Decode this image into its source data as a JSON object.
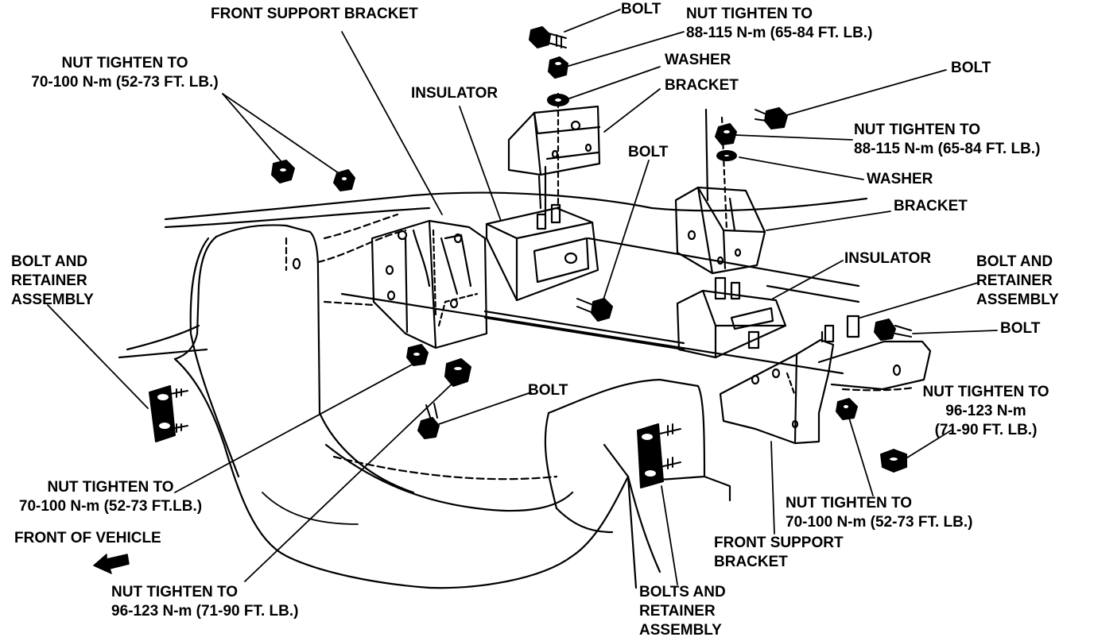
{
  "colors": {
    "ink": "#000000",
    "paper": "#ffffff"
  },
  "labels": {
    "front_support_bracket_top": "FRONT SUPPORT BRACKET",
    "bolt_top": "BOLT",
    "nut_top_right": [
      "NUT TIGHTEN TO",
      "88-115 N-m (65-84 FT. LB.)"
    ],
    "washer_top": "WASHER",
    "bracket_top": "BRACKET",
    "nut_left": [
      "NUT TIGHTEN TO",
      "70-100 N-m (52-73 FT. LB.)"
    ],
    "insulator_left": "INSULATOR",
    "bolt_right_top": "BOLT",
    "nut_right": [
      "NUT TIGHTEN TO",
      "88-115 N-m (65-84 FT. LB.)"
    ],
    "bolt_middle": "BOLT",
    "washer_right": "WASHER",
    "bracket_right": "BRACKET",
    "insulator_right": "INSULATOR",
    "bolt_retainer_left": [
      "BOLT AND",
      "RETAINER",
      "ASSEMBLY"
    ],
    "bolt_retainer_right": [
      "BOLT AND",
      "RETAINER",
      "ASSEMBLY"
    ],
    "bolt_right_mid": "BOLT",
    "bolt_center": "BOLT",
    "nut_96_right": [
      "NUT TIGHTEN TO",
      "96-123 N-m",
      "(71-90 FT. LB.)"
    ],
    "nut_lower_left": [
      "NUT TIGHTEN TO",
      "70-100 N-m (52-73 FT.LB.)"
    ],
    "front_of_vehicle": "FRONT OF VEHICLE",
    "nut_lower_right": [
      "NUT TIGHTEN TO",
      "70-100 N-m (52-73 FT. LB.)"
    ],
    "front_support_bracket_bottom": [
      "FRONT SUPPORT",
      "BRACKET"
    ],
    "nut_bottom": [
      "NUT TIGHTEN TO",
      "96-123 N-m (71-90 FT. LB.)"
    ],
    "bolts_retainer_bottom": [
      "BOLTS AND",
      "RETAINER",
      "ASSEMBLY"
    ]
  },
  "icons": {
    "front_arrow": "arrow-left-icon"
  }
}
